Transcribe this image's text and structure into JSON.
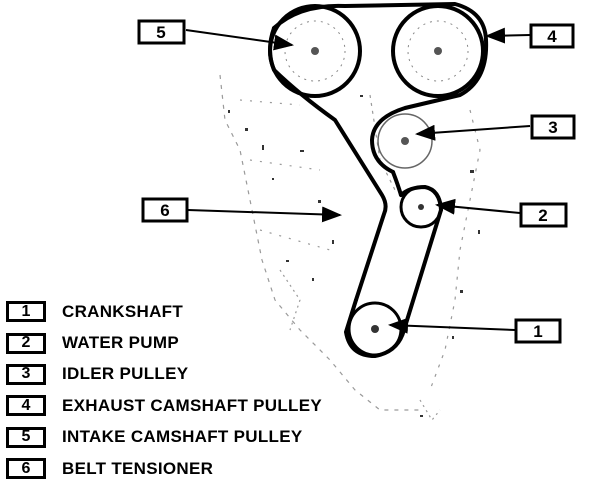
{
  "legend": [
    {
      "num": "1",
      "label": "CRANKSHAFT"
    },
    {
      "num": "2",
      "label": "WATER PUMP"
    },
    {
      "num": "3",
      "label": "IDLER PULLEY"
    },
    {
      "num": "4",
      "label": "EXHAUST CAMSHAFT PULLEY"
    },
    {
      "num": "5",
      "label": "INTAKE CAMSHAFT PULLEY"
    },
    {
      "num": "6",
      "label": "BELT TENSIONER"
    }
  ],
  "callouts": {
    "c1": "1",
    "c2": "2",
    "c3": "3",
    "c4": "4",
    "c5": "5",
    "c6": "6"
  }
}
